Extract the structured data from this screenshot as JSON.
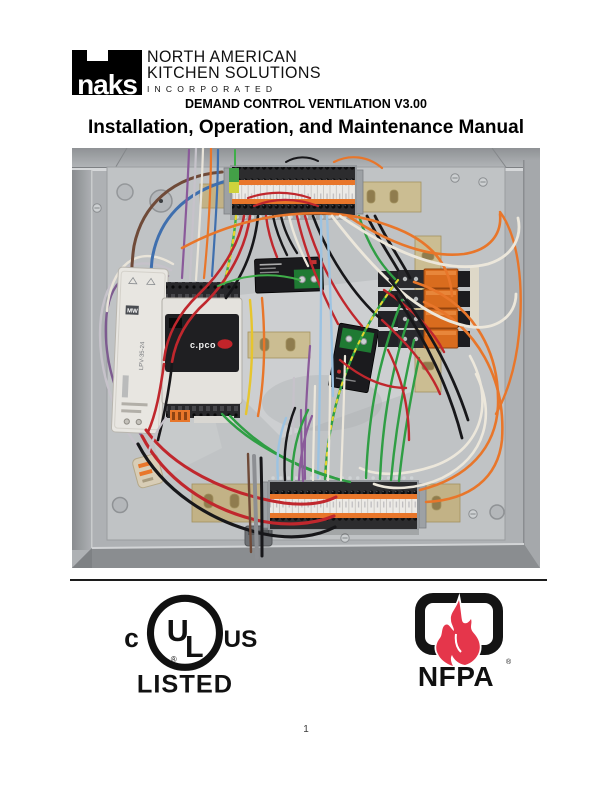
{
  "header": {
    "logo_text": "naks",
    "company_line1": "NORTH AMERICAN",
    "company_line2": "KITCHEN SOLUTIONS",
    "company_line3": "INCORPORATED",
    "subtitle": "DEMAND CONTROL VENTILATION V3.00",
    "title": "Installation, Operation, and Maintenance Manual"
  },
  "photo": {
    "description": "Open galvanized control enclosure with DIN-rail terminal strips top and bottom, a white 24V power supply, a c.pCO controller, black relays, an orange relay stack and multicolored wiring",
    "labels": {
      "controller": "c.pco",
      "psu_model": "LPV-35-24",
      "psu_brand": "MW"
    }
  },
  "certifications": {
    "ul": {
      "prefix": "c",
      "suffix": "US",
      "letter_u": "U",
      "letter_l": "L",
      "registered": "®",
      "caption": "LISTED"
    },
    "nfpa": {
      "name": "NFPA",
      "registered": "®"
    }
  },
  "footer": {
    "page_number": "1"
  },
  "colors": {
    "nfpa_flame": "#e5364b",
    "terminal_orange": "#e8762a",
    "relay_orange": "#d96c1e",
    "wire_red": "#c0272d",
    "wire_green": "#2f9e44",
    "wire_blue": "#9cc3e2",
    "metal": "#c0c3c5"
  }
}
